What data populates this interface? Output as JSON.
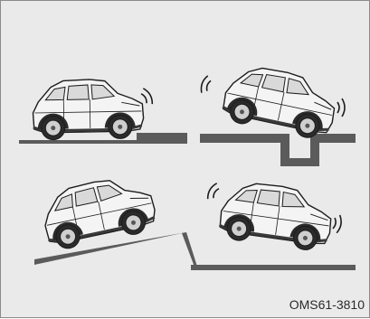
{
  "figure": {
    "code": "OMS61-3810",
    "scenes": [
      {
        "name": "flat-ground-step-contact"
      },
      {
        "name": "front-wheel-pothole"
      },
      {
        "name": "steep-ramp"
      },
      {
        "name": "uneven-rear-wheel-dip"
      }
    ]
  },
  "colors": {
    "background": "#eaeaeb",
    "ground": "#5b5b5b",
    "car_body": "#f4f4f4",
    "car_outline": "#1c1c1c",
    "tyre": "#2b2b2b",
    "glass": "#d9d9d9"
  }
}
